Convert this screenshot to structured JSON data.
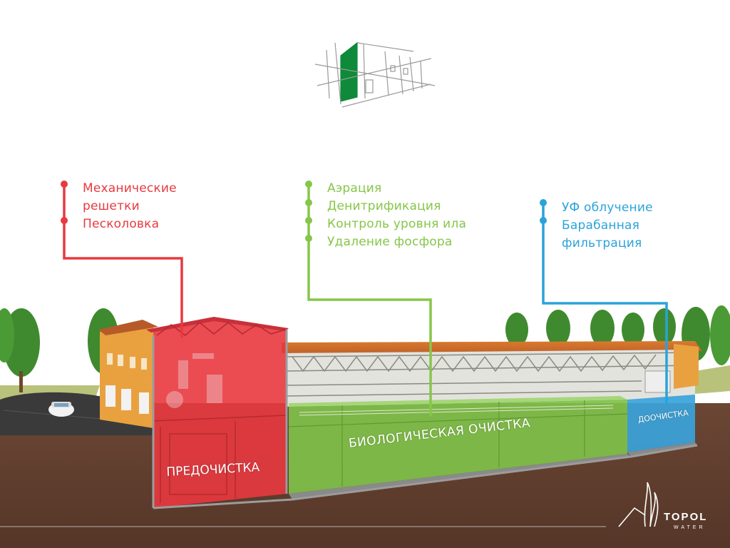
{
  "colors": {
    "pretreatment": "#e8393f",
    "biological": "#86c64a",
    "post": "#2ba3d9",
    "soil": "#5a3a2a",
    "logo_green": "#0e8a3a"
  },
  "callouts": {
    "pretreatment": {
      "lines": [
        "Механические",
        "решетки",
        "Песколовка"
      ]
    },
    "biological": {
      "lines": [
        "Аэрация",
        "Денитрификация",
        "Контроль уровня ила",
        "Удаление фосфора"
      ]
    },
    "post": {
      "lines": [
        "УФ облучение",
        "Барабанная",
        "фильтрация"
      ]
    }
  },
  "zones": {
    "pretreatment_label": "ПРЕДОЧИСТКА",
    "biological_label": "БИОЛОГИЧЕСКАЯ ОЧИСТКА",
    "post_label": "ДООЧИСТКА"
  },
  "brand": {
    "name": "TOPOL",
    "sub": "WATER"
  },
  "icons": {
    "header": "building-sketch-icon",
    "brand": "topol-tree-icon"
  }
}
